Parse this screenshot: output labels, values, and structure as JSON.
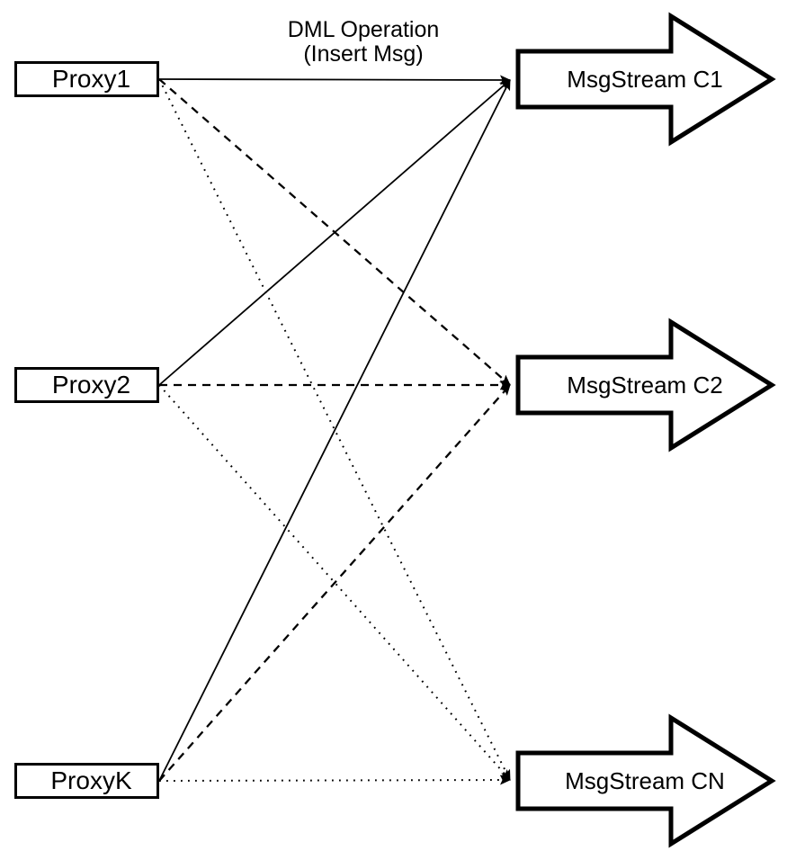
{
  "title": {
    "line1": "DML Operation",
    "line2": "(Insert Msg)"
  },
  "proxies": [
    {
      "label": "Proxy1"
    },
    {
      "label": "Proxy2"
    },
    {
      "label": "ProxyK"
    }
  ],
  "streams": [
    {
      "label": "MsgStream C1"
    },
    {
      "label": "MsgStream C2"
    },
    {
      "label": "MsgStream CN"
    }
  ],
  "edges": [
    {
      "from": "Proxy1",
      "to": "MsgStream C1",
      "style": "solid"
    },
    {
      "from": "Proxy1",
      "to": "MsgStream C2",
      "style": "dashed"
    },
    {
      "from": "Proxy1",
      "to": "MsgStream CN",
      "style": "dotted"
    },
    {
      "from": "Proxy2",
      "to": "MsgStream C1",
      "style": "solid"
    },
    {
      "from": "Proxy2",
      "to": "MsgStream C2",
      "style": "dashed"
    },
    {
      "from": "Proxy2",
      "to": "MsgStream CN",
      "style": "dotted"
    },
    {
      "from": "ProxyK",
      "to": "MsgStream C1",
      "style": "solid"
    },
    {
      "from": "ProxyK",
      "to": "MsgStream C2",
      "style": "dashed"
    },
    {
      "from": "ProxyK",
      "to": "MsgStream CN",
      "style": "dotted"
    }
  ],
  "colors": {
    "foreground": "#000000",
    "background": "#ffffff"
  }
}
